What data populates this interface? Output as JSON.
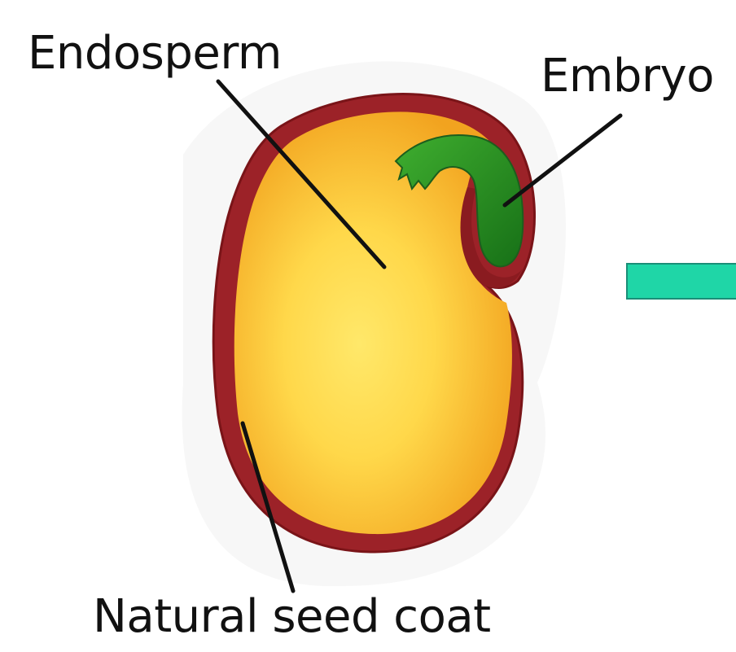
{
  "labels": {
    "endosperm": "Endosperm",
    "embryo": "Embryo",
    "seed_coat": "Natural seed coat"
  },
  "colors": {
    "seed_coat": "#9c2228",
    "endosperm_outer": "#f2a31f",
    "endosperm_inner": "#ffe86a",
    "embryo": "#2a9a2a",
    "embryo_dark": "#177017",
    "arrow": "#1fd6a7",
    "leader_line": "#111111"
  }
}
